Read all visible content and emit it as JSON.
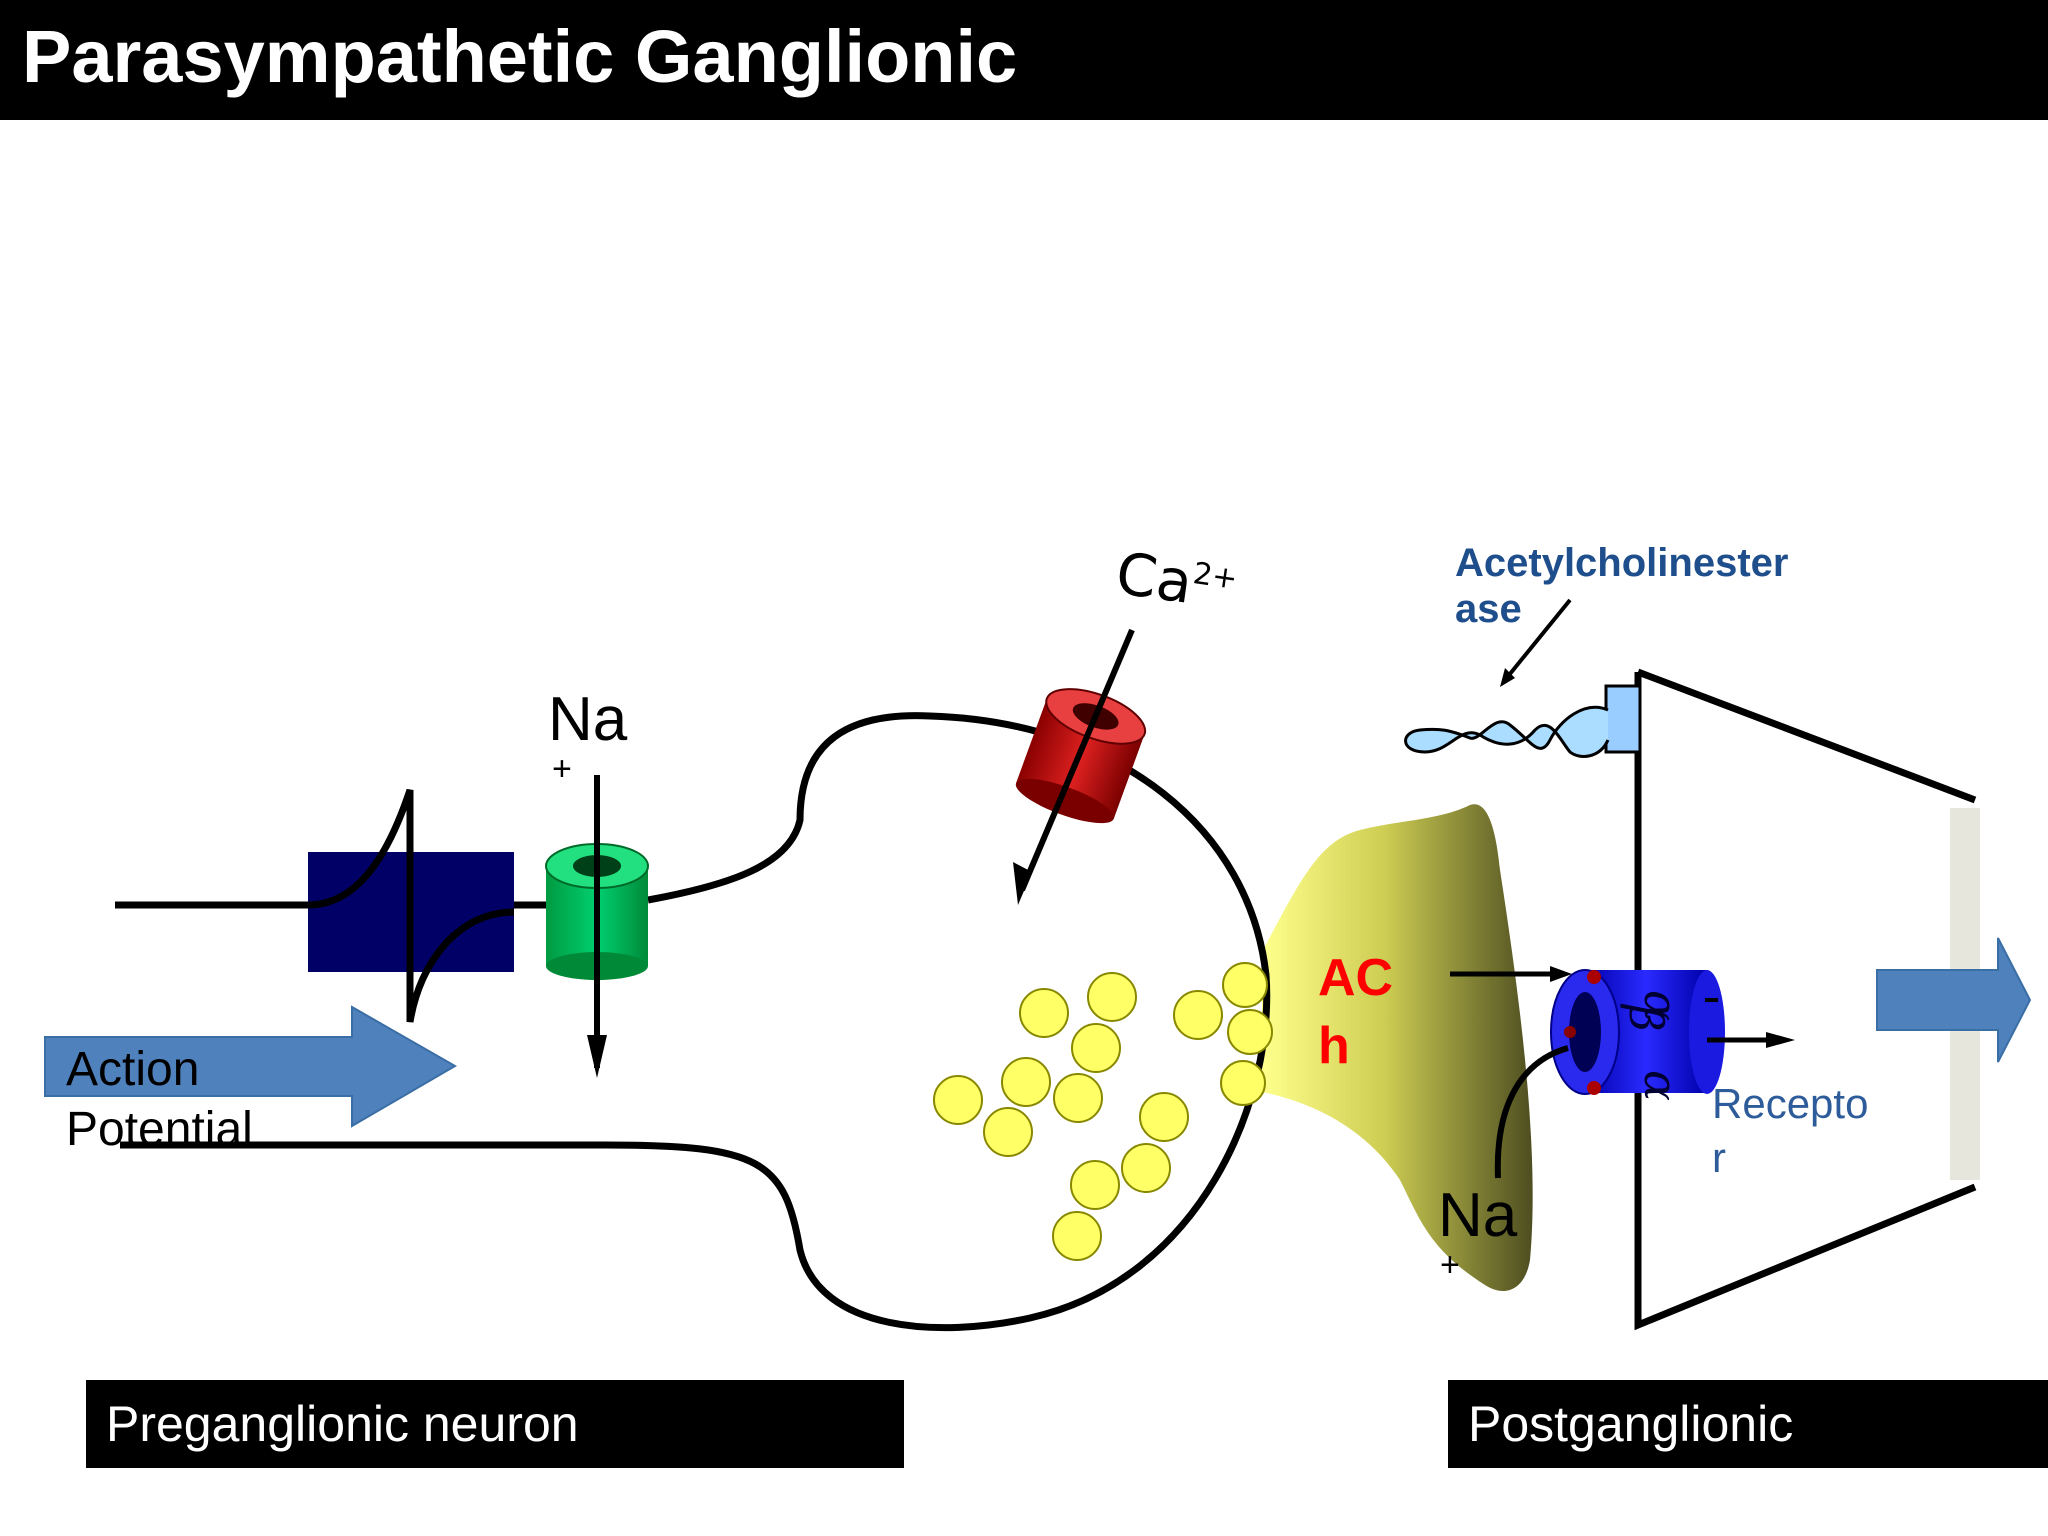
{
  "title": "Parasympathetic Ganglionic",
  "labels": {
    "na_top": "Na",
    "na_top_plus": "+",
    "ca": "Ca",
    "ca_sup": "2+",
    "ache_line1": "Acetylcholinester",
    "ache_line2": "ase",
    "ach_line1": "AC",
    "ach_line2": "h",
    "na_bottom": "Na",
    "na_bottom_plus": "+",
    "receptor_line1": "Recepto",
    "receptor_line2": "r",
    "action_line1": "Action",
    "action_line2": "Potential",
    "receptor_alpha": "α",
    "receptor_beta": "β"
  },
  "boxes": {
    "preganglionic": "Preganglionic neuron",
    "postganglionic": "Postganglionic"
  },
  "colors": {
    "title_bg": "#000000",
    "navy_block": "#000066",
    "arrow_blue": "#4f81bd",
    "na_channel": "#00c060",
    "ca_channel": "#cc1010",
    "vesicle": "#ffff66",
    "ach_text": "#ff0000",
    "enzyme_label": "#1f4e8c",
    "receptor_label": "#2e5c9a",
    "receptor_body": "#1010dd",
    "cleft_light": "#ffff80",
    "cleft_dark": "#5a5a10"
  }
}
